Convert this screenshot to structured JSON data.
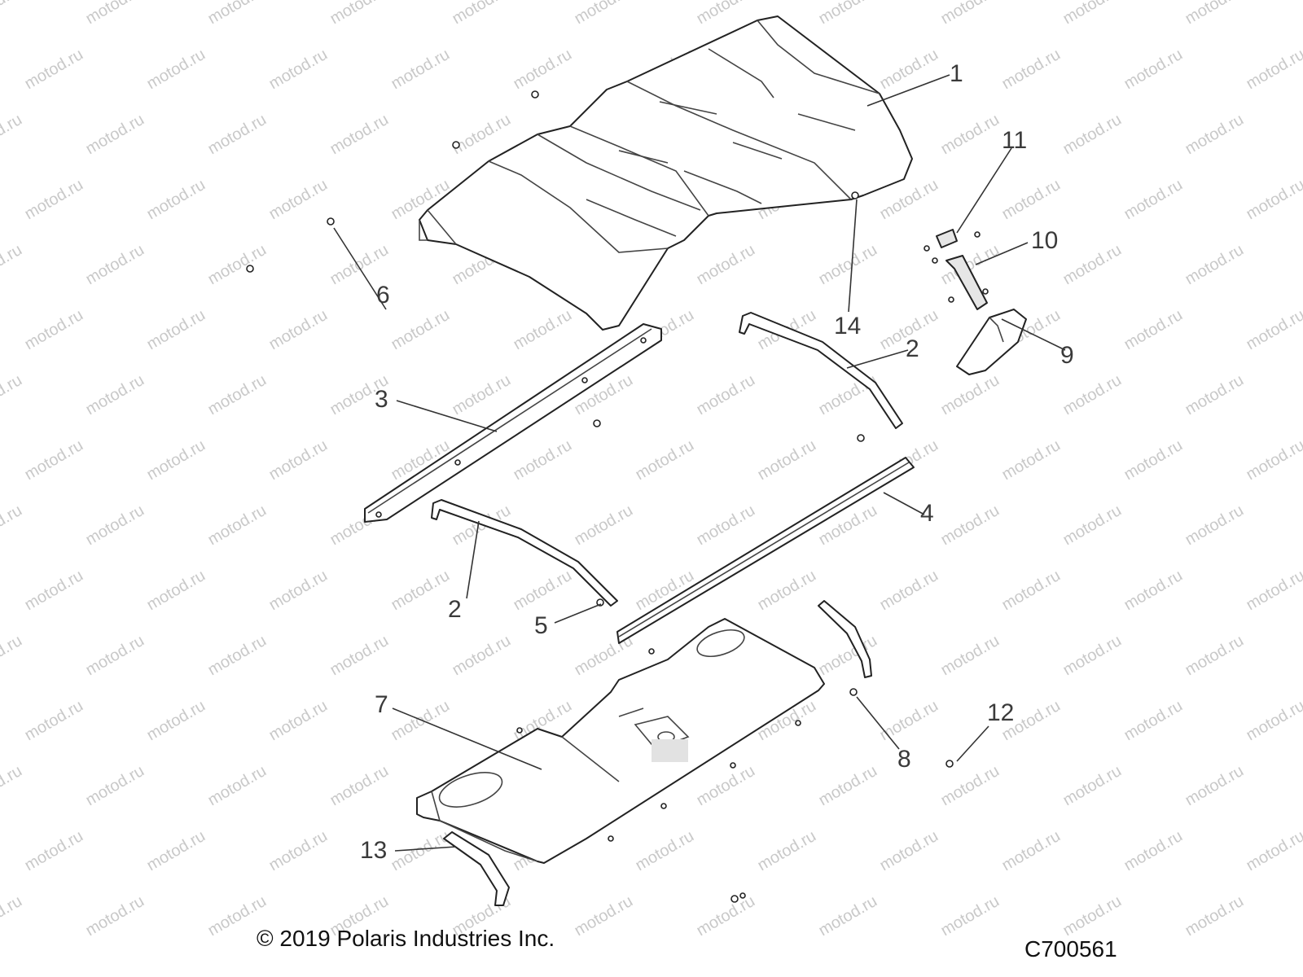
{
  "watermark": {
    "text": "motod.ru"
  },
  "copyright": "© 2019 Polaris Industries Inc.",
  "diagram_id": "C700561",
  "callouts": [
    {
      "id": "1",
      "label": "1"
    },
    {
      "id": "2a",
      "label": "2"
    },
    {
      "id": "2b",
      "label": "2"
    },
    {
      "id": "3",
      "label": "3"
    },
    {
      "id": "4",
      "label": "4"
    },
    {
      "id": "5",
      "label": "5"
    },
    {
      "id": "6",
      "label": "6"
    },
    {
      "id": "7",
      "label": "7"
    },
    {
      "id": "8",
      "label": "8"
    },
    {
      "id": "9",
      "label": "9"
    },
    {
      "id": "10",
      "label": "10"
    },
    {
      "id": "11",
      "label": "11"
    },
    {
      "id": "12",
      "label": "12"
    },
    {
      "id": "13",
      "label": "13"
    },
    {
      "id": "14",
      "label": "14"
    }
  ]
}
